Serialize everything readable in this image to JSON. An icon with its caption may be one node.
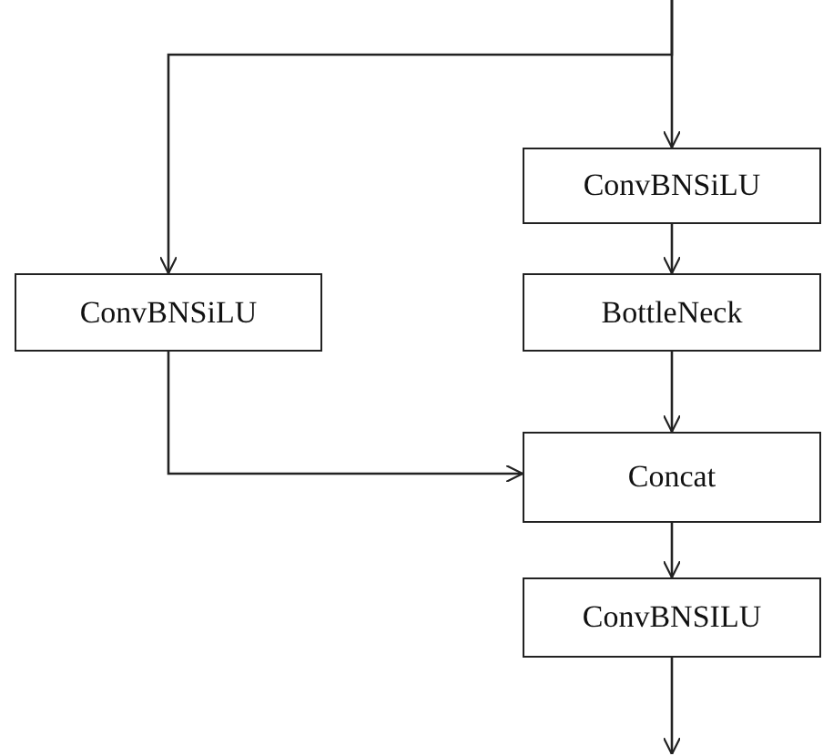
{
  "diagram": {
    "nodes": [
      {
        "text": [
          "ConvBNSiLU"
        ]
      },
      {
        "text": [
          "BottleNeck"
        ]
      },
      {
        "text": [
          "ConvBNSiLU"
        ]
      },
      {
        "text": [
          "Concat"
        ]
      },
      {
        "text": [
          "ConvBNSILU"
        ]
      }
    ],
    "edges": [
      {
        "from": null,
        "to": 0,
        "arrow": "to"
      },
      {
        "from": null,
        "to": 2,
        "arrow": "to"
      },
      {
        "from": 0,
        "to": 1,
        "arrow": "to"
      },
      {
        "from": 1,
        "to": 3,
        "arrow": "to"
      },
      {
        "from": 2,
        "to": 3,
        "arrow": "to"
      },
      {
        "from": 3,
        "to": 4,
        "arrow": "to"
      },
      {
        "from": 4,
        "to": null,
        "arrow": "to"
      }
    ]
  }
}
